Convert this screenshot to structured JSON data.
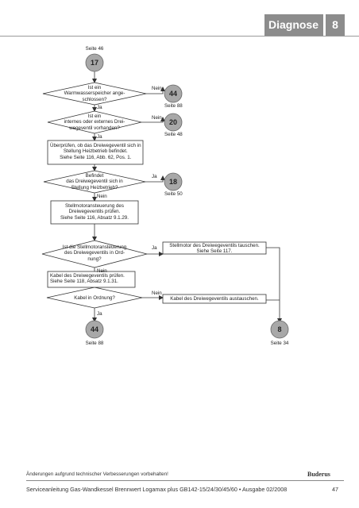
{
  "header": {
    "title": "Diagnose",
    "chapter": "8"
  },
  "flow": {
    "start_ref": "Seite 46",
    "start_num": "17",
    "q1": [
      "Ist ein",
      "Warmwasserspeicher ange-",
      "schlossen?"
    ],
    "q1_no": "Nein",
    "q1_yes": "Ja",
    "c44_top": "44",
    "c44_top_ref": "Seite 88",
    "q2": [
      "Ist ein",
      "internes oder externes Drei-",
      "wegeventil vorhanden?"
    ],
    "q2_no": "Nein",
    "q2_yes": "Ja",
    "c20": "20",
    "c20_ref": "Seite 48",
    "box1": [
      "Überprüfen, ob das Dreiwegeventil sich in",
      "Stellung Heizbetrieb befindet.",
      "Siehe Seite 116, Abb. 62, Pos. 1."
    ],
    "q3": [
      "Befindet",
      "das Dreiwegeventil sich in",
      "Stellung Heizbetrieb?"
    ],
    "q3_yes": "Ja",
    "q3_no": "Nein",
    "c18": "18",
    "c18_ref": "Seite 50",
    "box2": [
      "Stellmotoransteuerung des",
      "Dreiwegeventils prüfen.",
      "Siehe Seite 116, Absatz 9.1.29."
    ],
    "q4": [
      "Ist die Stellmotoransteuerung",
      "des Dreiwegeventils in Ord-",
      "nung?"
    ],
    "q4_yes": "Ja",
    "q4_no": "Nein",
    "box_motor": [
      "Stellmotor des Dreiwegeventils tauschen.",
      "Siehe Seite 117."
    ],
    "box3": [
      "Kabel des Dreiwegeventils prüfen.",
      "Siehe Seite 118, Absatz 9.1.31."
    ],
    "q5": "Kabel in Ordnung?",
    "q5_no": "Nein",
    "q5_yes": "Ja",
    "box_cable": "Kabel des Dreiwegeventils austauschen.",
    "c44_bottom": "44",
    "c44_bottom_ref": "Seite 88",
    "c8": "8",
    "c8_ref": "Seite 34"
  },
  "footer": {
    "note": "Änderungen aufgrund technischer Verbesserungen vorbehalten!",
    "logo": "Buderus",
    "manual": "Serviceanleitung Gas-Wandkessel Brennwert Logamax plus GB142-15/24/30/45/60 • Ausgabe 02/2008",
    "page": "47"
  }
}
